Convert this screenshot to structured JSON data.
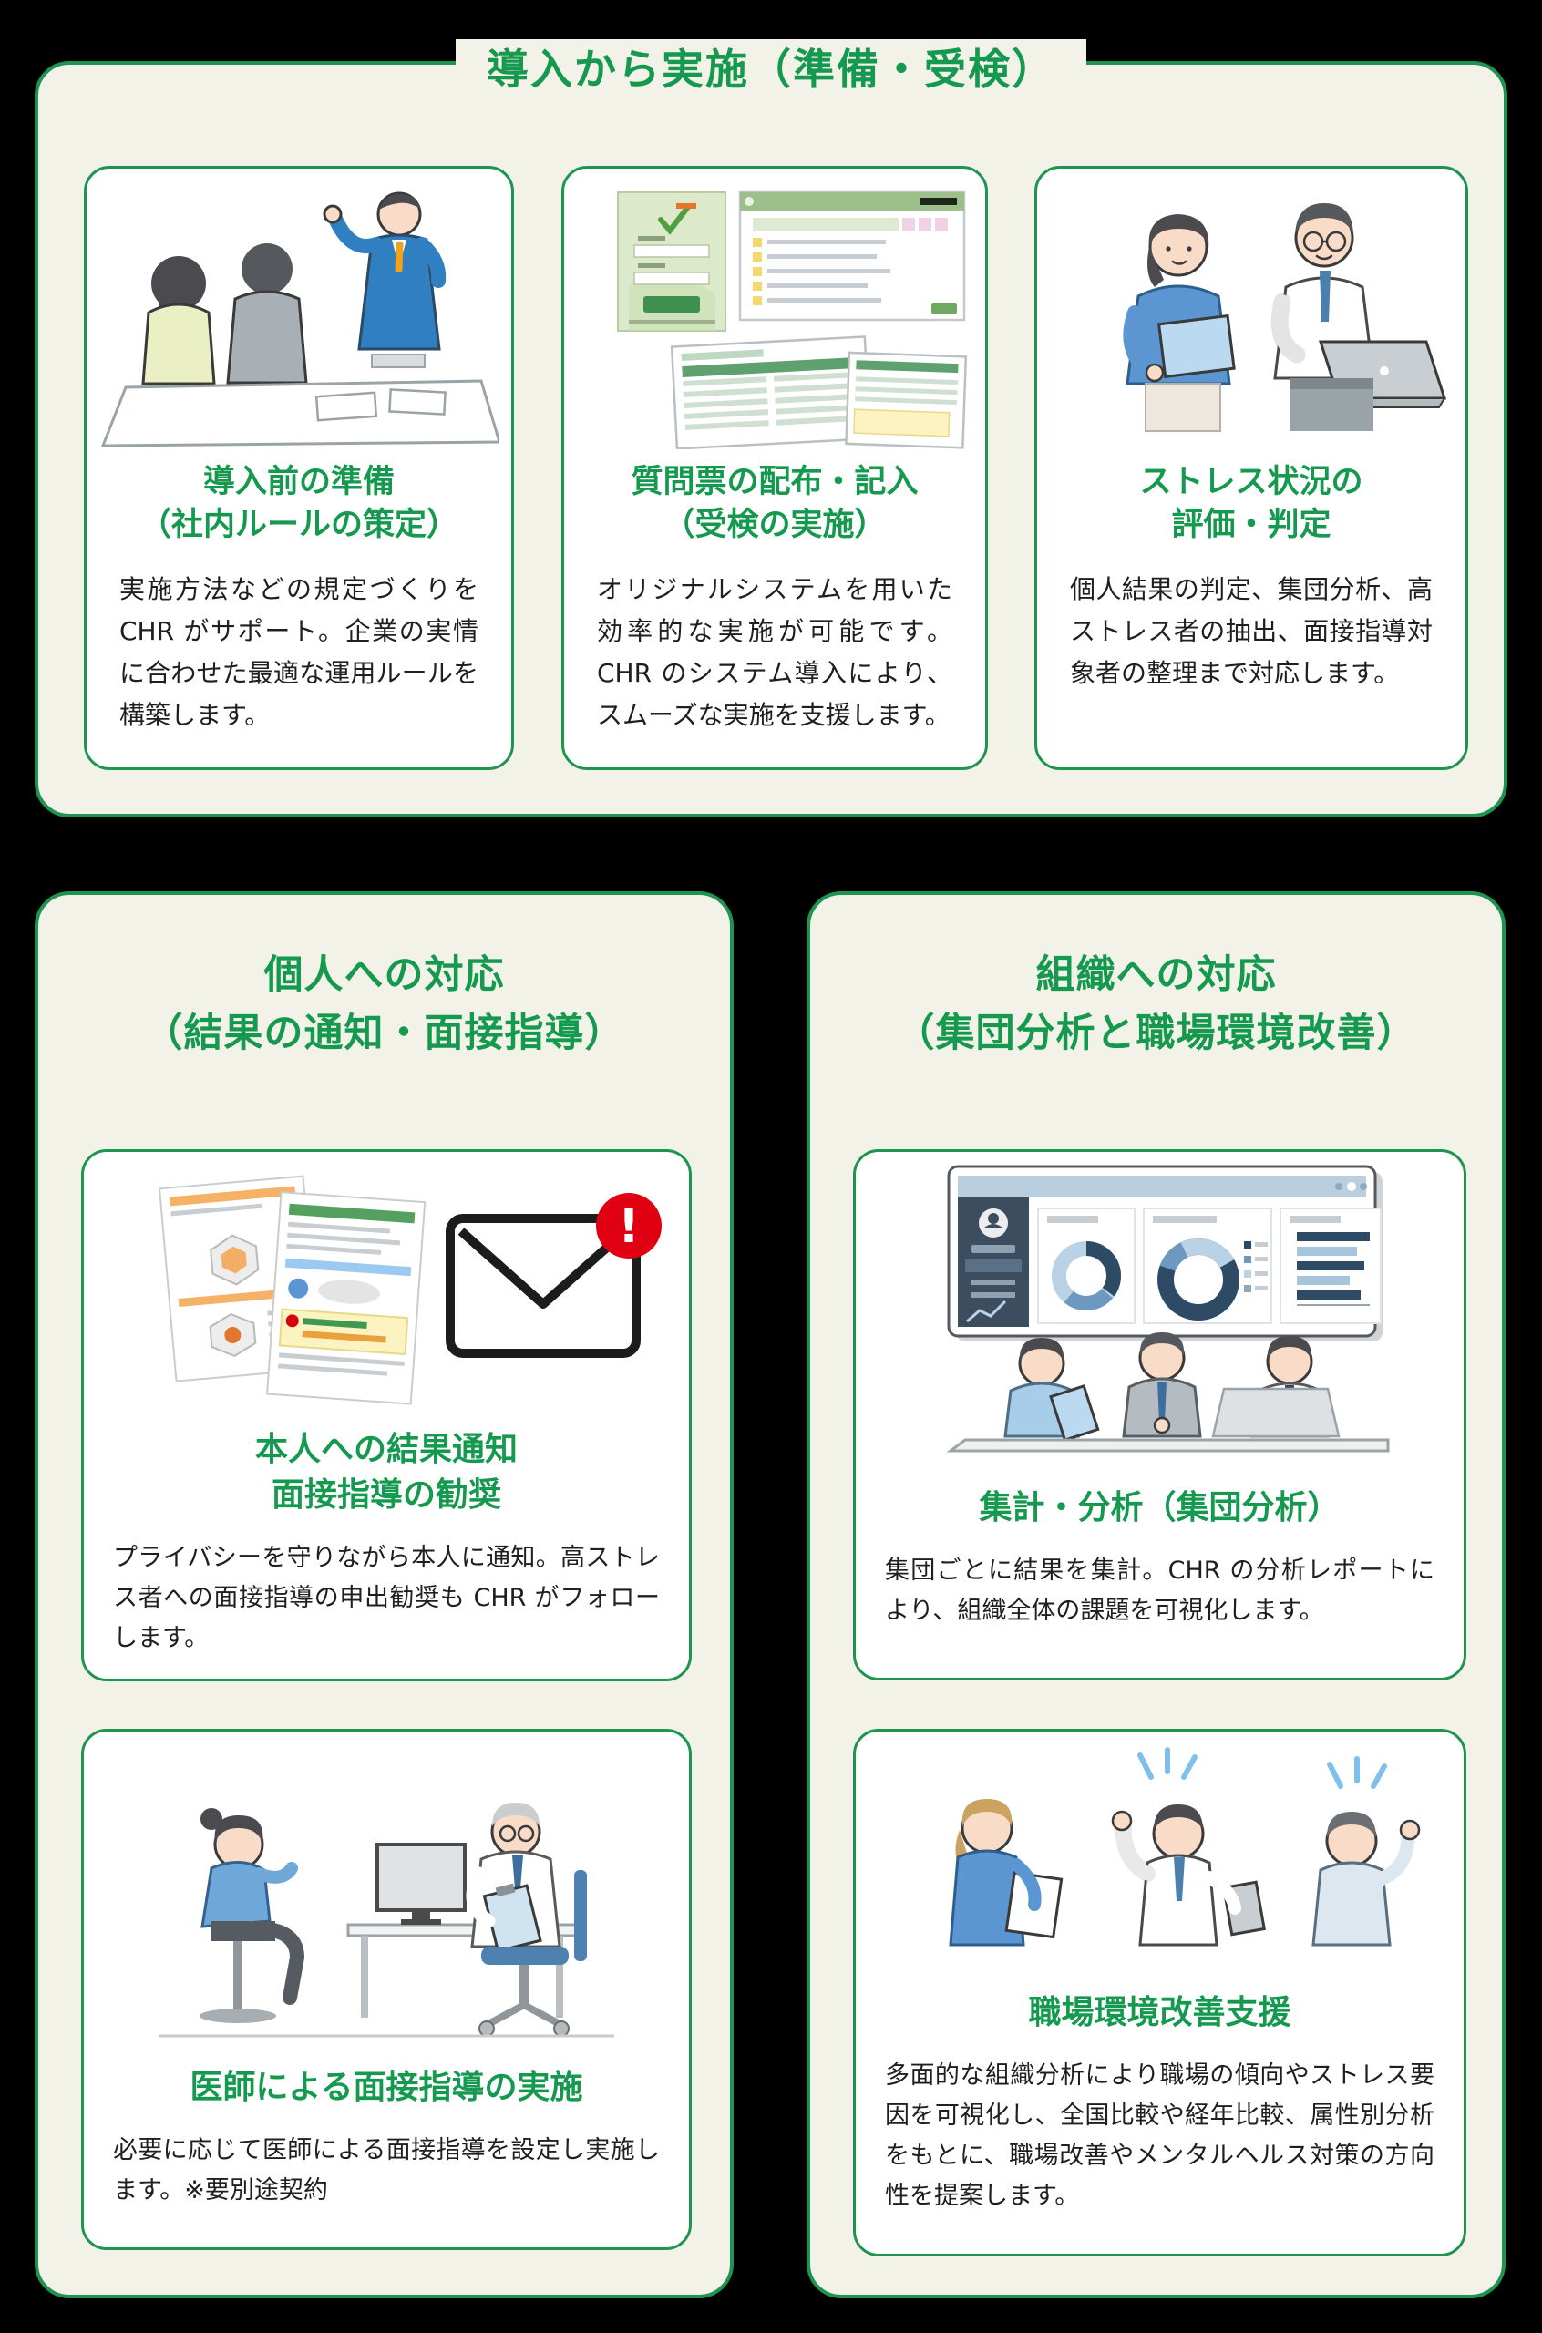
{
  "colors": {
    "background": "#000000",
    "panel_bg": "#F2F2E9",
    "card_bg": "#FFFFFF",
    "green_text": "#14994F",
    "green_border": "#1E9451",
    "body_text": "#1F1F1F",
    "alert_red": "#E00012"
  },
  "top_panel": {
    "title": "導入から実施（準備・受検）",
    "cards": [
      {
        "heading_line1": "導入前の準備",
        "heading_line2": "（社内ルールの策定）",
        "body": "実施方法などの規定づくりを CHR がサポート。企業の実情に合わせた最適な運用ルールを構築します。",
        "illustration": "meeting-presentation"
      },
      {
        "heading_line1": "質問票の配布・記入",
        "heading_line2": "（受検の実施）",
        "body": "オリジナルシステムを用いた効率的な実施が可能です。CHR のシステム導入により、スムーズな実施を支援します。",
        "illustration": "questionnaire-screens"
      },
      {
        "heading_line1": "ストレス状況の",
        "heading_line2": "評価・判定",
        "body": "個人結果の判定、集団分析、高ストレス者の抽出、面接指導対象者の整理まで対応します。",
        "illustration": "colleagues-with-laptop"
      }
    ]
  },
  "personal_panel": {
    "title_line1": "個人への対応",
    "title_line2": "（結果の通知・面接指導）",
    "cards": [
      {
        "heading_line1": "本人への結果通知",
        "heading_line2": "面接指導の勧奨",
        "body": "プライバシーを守りながら本人に通知。高ストレス者への面接指導の申出勧奨も CHR がフォローします。",
        "badge": "!",
        "illustration": "result-report-and-envelope"
      },
      {
        "heading_line1": "医師による面接指導の実施",
        "body": "必要に応じて医師による面接指導を設定し実施します。※要別途契約",
        "illustration": "doctor-interview"
      }
    ]
  },
  "organization_panel": {
    "title_line1": "組織への対応",
    "title_line2": "（集団分析と職場環境改善）",
    "cards": [
      {
        "heading_line1": "集計・分析（集団分析）",
        "body": "集団ごとに結果を集計。CHR の分析レポートにより、組織全体の課題を可視化します。",
        "illustration": "analysis-dashboard-meeting"
      },
      {
        "heading_line1": "職場環境改善支援",
        "body": "多面的な組織分析により職場の傾向やストレス要因を可視化し、全国比較や経年比較、属性別分析をもとに、職場改善やメンタルヘルス対策の方向性を提案します。",
        "illustration": "workplace-improvement-team"
      }
    ]
  }
}
